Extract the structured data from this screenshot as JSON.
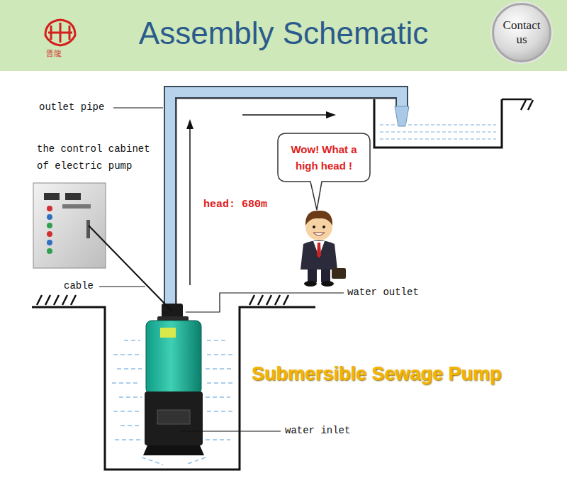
{
  "diagram": {
    "title": "Assembly Schematic",
    "nodes": [
      {
        "text": [
          "Contact us"
        ]
      },
      {
        "text": [
          "Wow! What a high head !"
        ]
      }
    ],
    "labels": [
      "晋龍",
      "outlet pipe",
      "the control cabinet of electric pump",
      "head: 680m",
      "cable",
      "water outlet",
      "Submersible Sewage Pump",
      "water inlet"
    ]
  }
}
